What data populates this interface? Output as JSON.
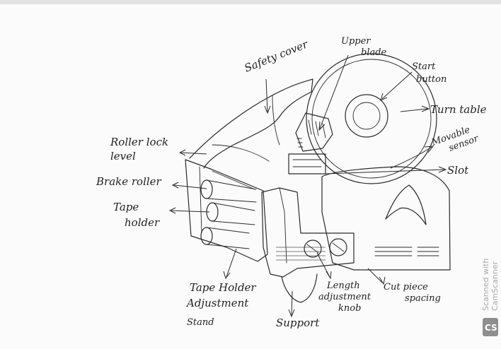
{
  "labels": {
    "safety_cover": "Safety cover",
    "upper_blade": "Upper",
    "upper_blade_2": "blade",
    "start_button": "Start",
    "start_button_2": "button",
    "turn_table": "Turn table",
    "movable_sensor": "Movable",
    "movable_sensor_2": "sensor",
    "slot": "Slot",
    "roller_lock": "Roller lock",
    "roller_lock_2": "level",
    "brake_roller": "Brake roller",
    "tape_holder": "Tape",
    "tape_holder_2": "holder",
    "tape_holder_adj": "Tape Holder",
    "tape_holder_adj_2": "Adjustment",
    "tape_holder_adj_3": "Stand",
    "support": "Support",
    "length_adj": "Length",
    "length_adj_2": "adjustment",
    "length_adj_3": "knob",
    "cut_piece": "Cut piece",
    "cut_piece_2": "spacing"
  },
  "watermark": {
    "line1": "Scanned with",
    "line2": "CamScanner",
    "logo": "CS"
  }
}
